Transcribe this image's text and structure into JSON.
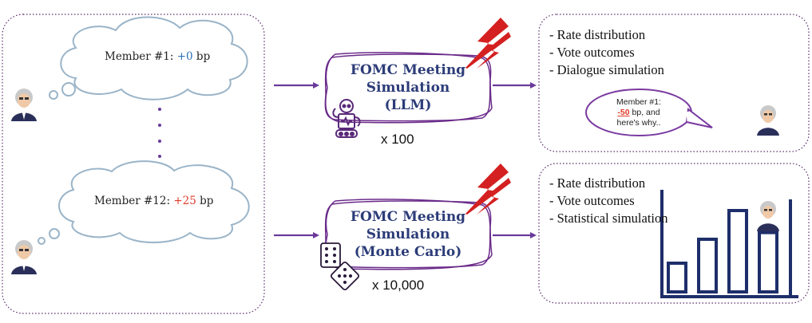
{
  "left_panel": {
    "member1": {
      "prefix": "Member #1: ",
      "value": "+0",
      "unit": " bp",
      "value_color": "#2b6fb8"
    },
    "member12": {
      "prefix": "Member #12: ",
      "value": "+25",
      "unit": " bp",
      "value_color": "#e03a2a"
    }
  },
  "llm_sim": {
    "title_line1": "FOMC Meeting",
    "title_line2": "Simulation",
    "title_line3": "(LLM)",
    "multiplier": "x 100",
    "icon": "robot-icon"
  },
  "mc_sim": {
    "title_line1": "FOMC Meeting",
    "title_line2": "Simulation",
    "title_line3": "(Monte Carlo)",
    "multiplier": "x 10,000",
    "icon": "dice-icon"
  },
  "llm_output": {
    "items": [
      "- Rate distribution",
      "- Vote outcomes",
      "- Dialogue simulation"
    ],
    "bubble_line1": "Member #1:",
    "bubble_value": "-50",
    "bubble_line2_rest": " bp, and",
    "bubble_line3": "here's why.."
  },
  "mc_output": {
    "items": [
      "- Rate distribution",
      "- Vote outcomes",
      "- Statistical simulation"
    ],
    "icon": "bar-chart-icon",
    "bars": [
      0.3,
      0.55,
      0.85,
      0.62
    ]
  },
  "colors": {
    "frame": "#5a2a6a",
    "arrow": "#6a3a9a",
    "title": "#2c3c78",
    "cloud": "#9ab4c8",
    "bolt": "#d42020",
    "bars": "#1e2e6a"
  }
}
